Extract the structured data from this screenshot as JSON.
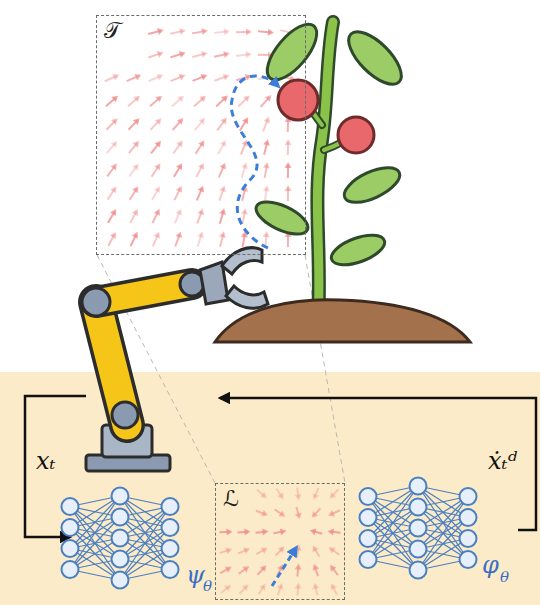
{
  "diagram": {
    "nodes": [
      {
        "text": [
          "𝒯"
        ]
      },
      {
        "text": [
          "ℒ"
        ]
      }
    ],
    "labels": [
      "xₜ",
      "ψ",
      "θ",
      "ẋₜᵈ",
      "φ",
      "θ"
    ]
  }
}
